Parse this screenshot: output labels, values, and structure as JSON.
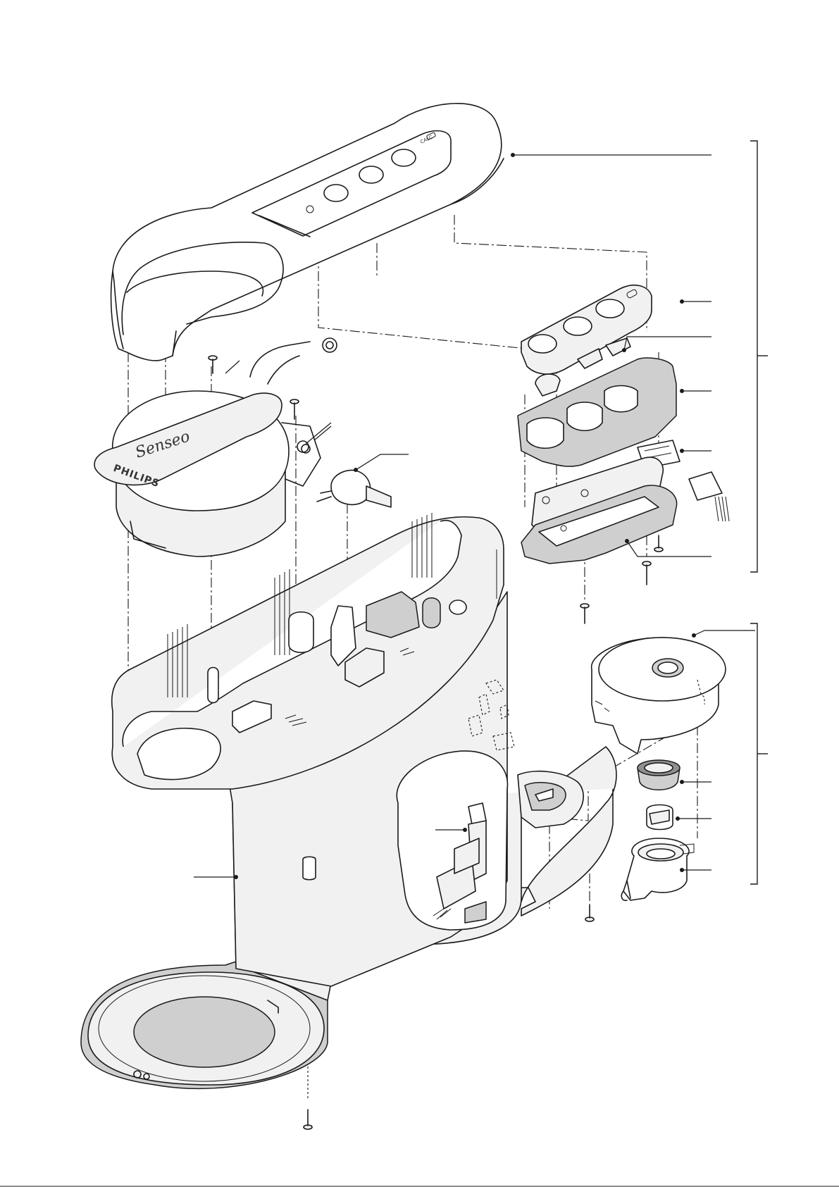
{
  "diagram": {
    "labels": {
      "brand": "PHILIPS",
      "logo": "Senseo",
      "calc": "CALC"
    },
    "parts": [
      {
        "id": "top-cover"
      },
      {
        "id": "button-membrane"
      },
      {
        "id": "button-spring"
      },
      {
        "id": "button-holder"
      },
      {
        "id": "connector"
      },
      {
        "id": "pcb-housing"
      },
      {
        "id": "brewing-chamber-lid"
      },
      {
        "id": "hinge-spring"
      },
      {
        "id": "pump"
      },
      {
        "id": "water-tank-housing"
      },
      {
        "id": "reed-switch"
      },
      {
        "id": "boiler-cover"
      },
      {
        "id": "seal"
      },
      {
        "id": "valve"
      },
      {
        "id": "outlet"
      }
    ]
  }
}
